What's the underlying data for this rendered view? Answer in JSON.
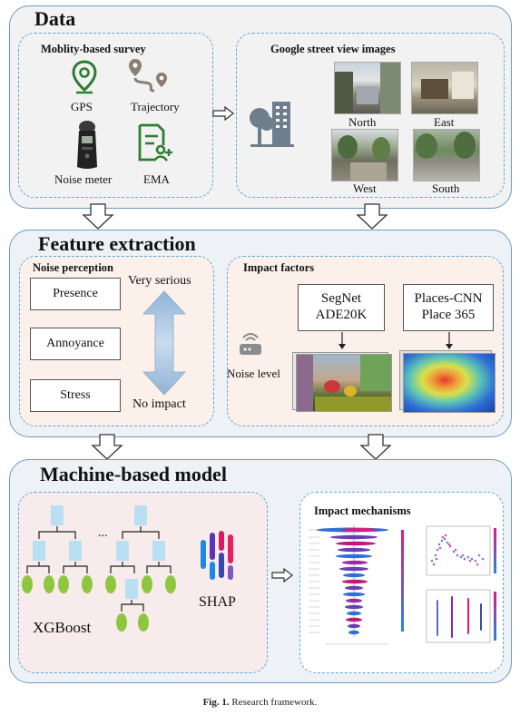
{
  "data_section": {
    "title": "Data",
    "survey": {
      "title": "Moblity-based survey",
      "items": [
        "GPS",
        "Trajectory",
        "Noise meter",
        "EMA"
      ]
    },
    "gsv": {
      "title": "Google street view images",
      "directions": [
        "North",
        "East",
        "West",
        "South"
      ]
    }
  },
  "feature_section": {
    "title": "Feature extraction",
    "noise_perception": {
      "title": "Noise perception",
      "boxes": [
        "Presence",
        "Annoyance",
        "Stress"
      ],
      "scale_top": "Very serious",
      "scale_bottom": "No impact"
    },
    "impact_factors": {
      "title": "Impact factors",
      "noise_level": "Noise level",
      "segnet": [
        "SegNet",
        "ADE20K"
      ],
      "places": [
        "Places-CNN",
        "Place 365"
      ]
    }
  },
  "model_section": {
    "title": "Machine-based model",
    "xgboost": "XGBoost",
    "ellipsis": "...",
    "shap": "SHAP",
    "impact_mechanisms": "Impact mechanisms"
  },
  "caption": {
    "bold": "Fig. 1.",
    "text": "Research framework."
  },
  "colors": {
    "panel_border": "#6a9ac8",
    "dashed_border": "#5ba8d8",
    "gps_green": "#2e7d32",
    "tree_leaf": "#8ec63f",
    "tree_node": "#b9e0f2"
  }
}
